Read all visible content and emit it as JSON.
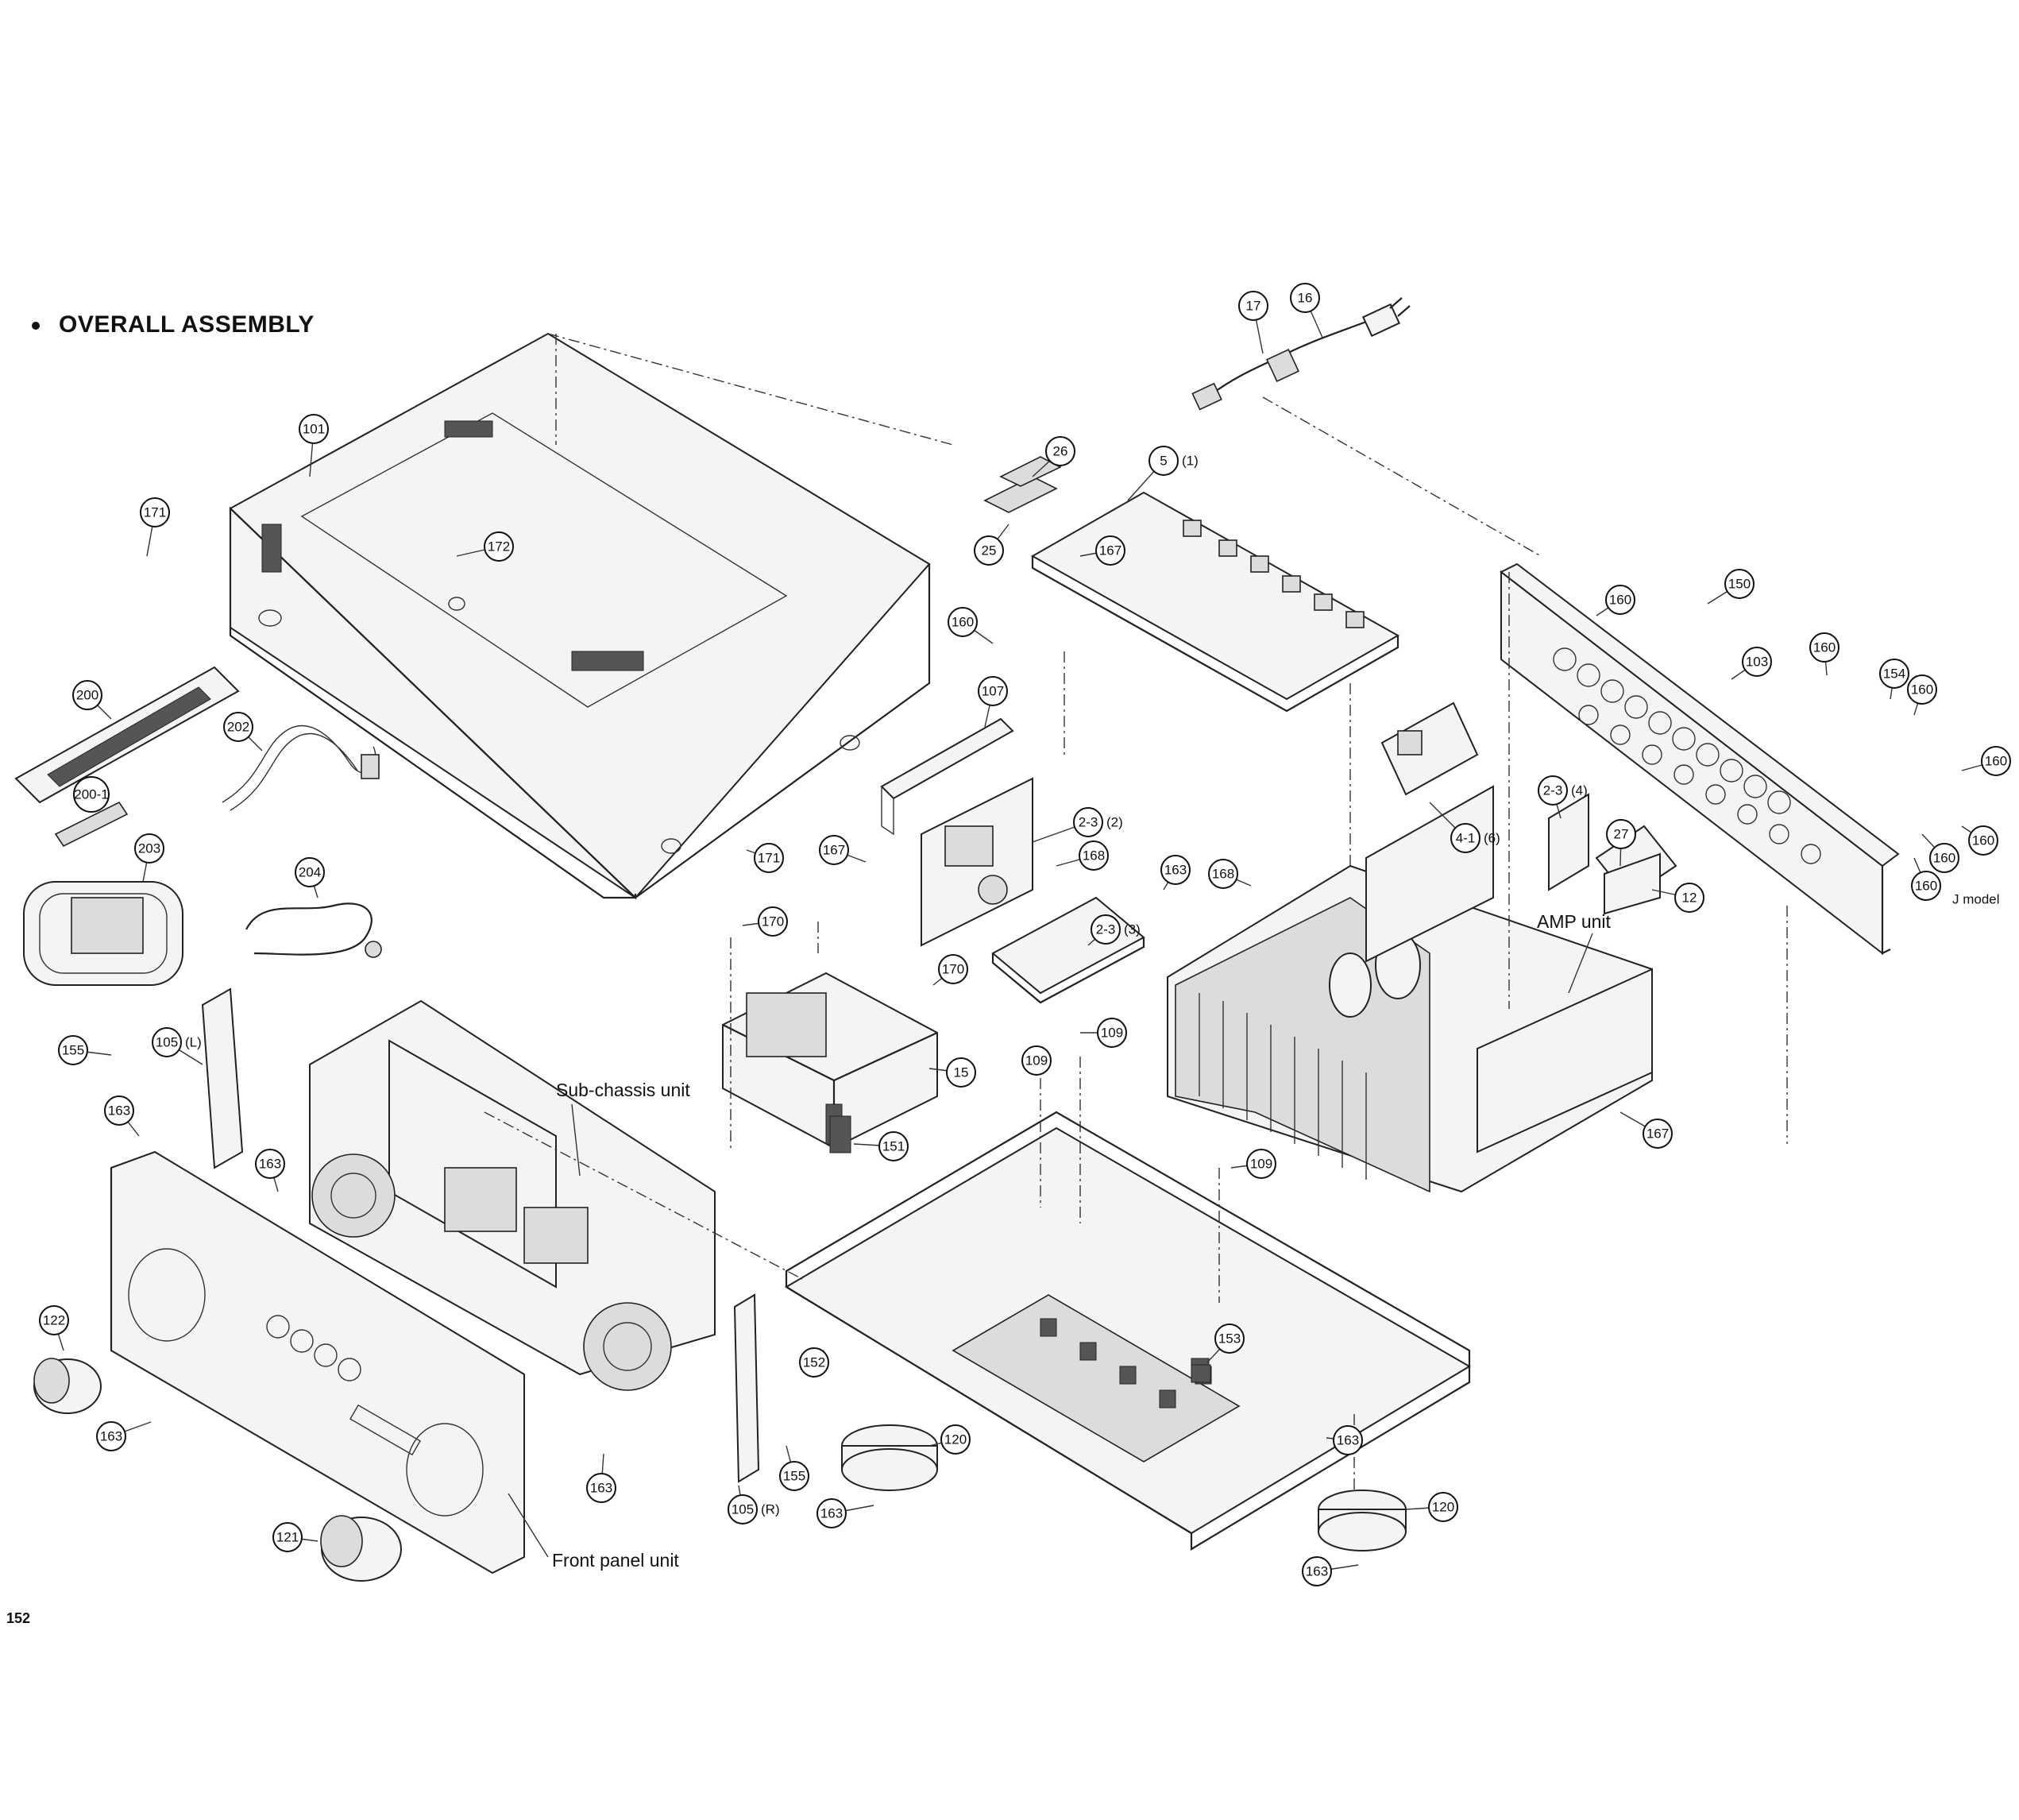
{
  "title": "OVERALL ASSEMBLY",
  "page_number": "152",
  "unit_labels": {
    "sub_chassis": "Sub-chassis unit",
    "amp": "AMP unit",
    "front_panel": "Front panel unit",
    "j_model": "J model"
  },
  "callouts": [
    {
      "id": "101",
      "suffix": ""
    },
    {
      "id": "171",
      "suffix": ""
    },
    {
      "id": "172",
      "suffix": ""
    },
    {
      "id": "160",
      "suffix": ""
    },
    {
      "id": "200",
      "suffix": ""
    },
    {
      "id": "202",
      "suffix": ""
    },
    {
      "id": "200-1",
      "suffix": ""
    },
    {
      "id": "171",
      "suffix": ""
    },
    {
      "id": "203",
      "suffix": ""
    },
    {
      "id": "204",
      "suffix": ""
    },
    {
      "id": "17",
      "suffix": ""
    },
    {
      "id": "16",
      "suffix": ""
    },
    {
      "id": "26",
      "suffix": ""
    },
    {
      "id": "5",
      "suffix": "(1)"
    },
    {
      "id": "25",
      "suffix": ""
    },
    {
      "id": "167",
      "suffix": ""
    },
    {
      "id": "107",
      "suffix": ""
    },
    {
      "id": "2-3",
      "suffix": "(2)"
    },
    {
      "id": "167",
      "suffix": ""
    },
    {
      "id": "168",
      "suffix": ""
    },
    {
      "id": "2-3",
      "suffix": "(3)"
    },
    {
      "id": "170",
      "suffix": ""
    },
    {
      "id": "170",
      "suffix": ""
    },
    {
      "id": "163",
      "suffix": ""
    },
    {
      "id": "168",
      "suffix": ""
    },
    {
      "id": "109",
      "suffix": ""
    },
    {
      "id": "109",
      "suffix": ""
    },
    {
      "id": "15",
      "suffix": ""
    },
    {
      "id": "151",
      "suffix": ""
    },
    {
      "id": "109",
      "suffix": ""
    },
    {
      "id": "160",
      "suffix": ""
    },
    {
      "id": "150",
      "suffix": ""
    },
    {
      "id": "103",
      "suffix": ""
    },
    {
      "id": "160",
      "suffix": ""
    },
    {
      "id": "154",
      "suffix": ""
    },
    {
      "id": "160",
      "suffix": ""
    },
    {
      "id": "160",
      "suffix": ""
    },
    {
      "id": "4-1",
      "suffix": "(6)"
    },
    {
      "id": "2-3",
      "suffix": "(4)"
    },
    {
      "id": "27",
      "suffix": ""
    },
    {
      "id": "12",
      "suffix": ""
    },
    {
      "id": "160",
      "suffix": ""
    },
    {
      "id": "160",
      "suffix": ""
    },
    {
      "id": "160",
      "suffix": ""
    },
    {
      "id": "167",
      "suffix": ""
    },
    {
      "id": "155",
      "suffix": ""
    },
    {
      "id": "105",
      "suffix": "(L)"
    },
    {
      "id": "163",
      "suffix": ""
    },
    {
      "id": "163",
      "suffix": ""
    },
    {
      "id": "122",
      "suffix": ""
    },
    {
      "id": "163",
      "suffix": ""
    },
    {
      "id": "121",
      "suffix": ""
    },
    {
      "id": "163",
      "suffix": ""
    },
    {
      "id": "105",
      "suffix": "(R)"
    },
    {
      "id": "155",
      "suffix": ""
    },
    {
      "id": "152",
      "suffix": ""
    },
    {
      "id": "120",
      "suffix": ""
    },
    {
      "id": "163",
      "suffix": ""
    },
    {
      "id": "153",
      "suffix": ""
    },
    {
      "id": "163",
      "suffix": ""
    },
    {
      "id": "120",
      "suffix": ""
    },
    {
      "id": "163",
      "suffix": ""
    }
  ]
}
